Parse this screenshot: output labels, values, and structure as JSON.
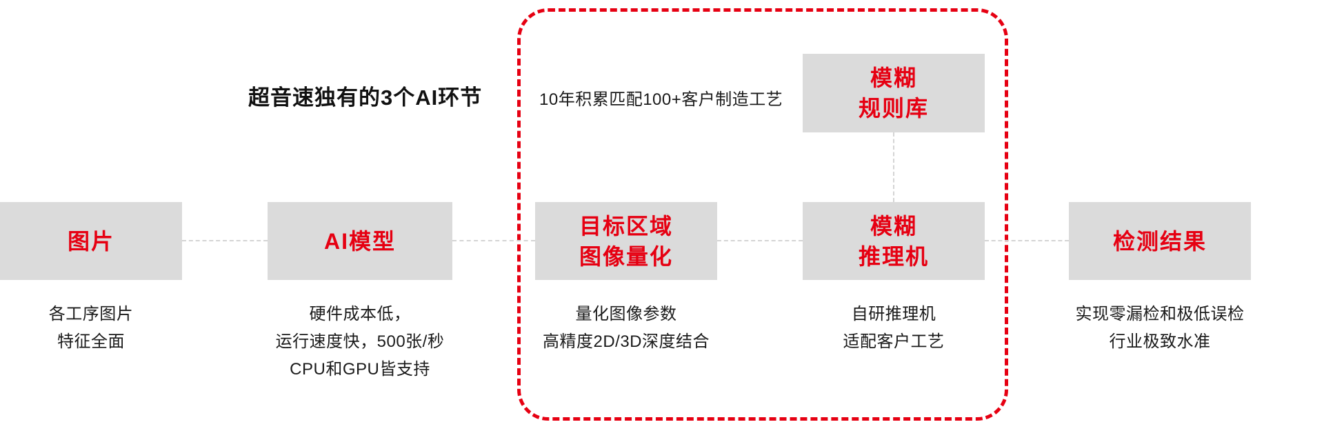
{
  "palette": {
    "accent_red": "#e60012",
    "box_bg": "#dbdbdb",
    "connector_gray": "#d4d4d4",
    "text_dark": "#1a1a1a"
  },
  "header": {
    "title": "超音速独有的3个AI环节",
    "frame_annotation": "10年积累匹配100+客户制造工艺"
  },
  "nodes": {
    "image": {
      "label_lines": [
        "图片"
      ],
      "desc": [
        "各工序图片",
        "特征全面"
      ]
    },
    "ai_model": {
      "label_lines": [
        "AI模型"
      ],
      "desc": [
        "硬件成本低，",
        "运行速度快，500张/秒",
        "CPU和GPU皆支持"
      ]
    },
    "target_quant": {
      "label_lines": [
        "目标区域",
        "图像量化"
      ],
      "desc": [
        "量化图像参数",
        "高精度2D/3D深度结合"
      ]
    },
    "fuzzy_engine": {
      "label_lines": [
        "模糊",
        "推理机"
      ],
      "desc": [
        "自研推理机",
        "适配客户工艺"
      ]
    },
    "fuzzy_rules": {
      "label_lines": [
        "模糊",
        "规则库"
      ]
    },
    "result": {
      "label_lines": [
        "检测结果"
      ],
      "desc": [
        "实现零漏检和极低误检",
        "行业极致水准"
      ]
    }
  }
}
